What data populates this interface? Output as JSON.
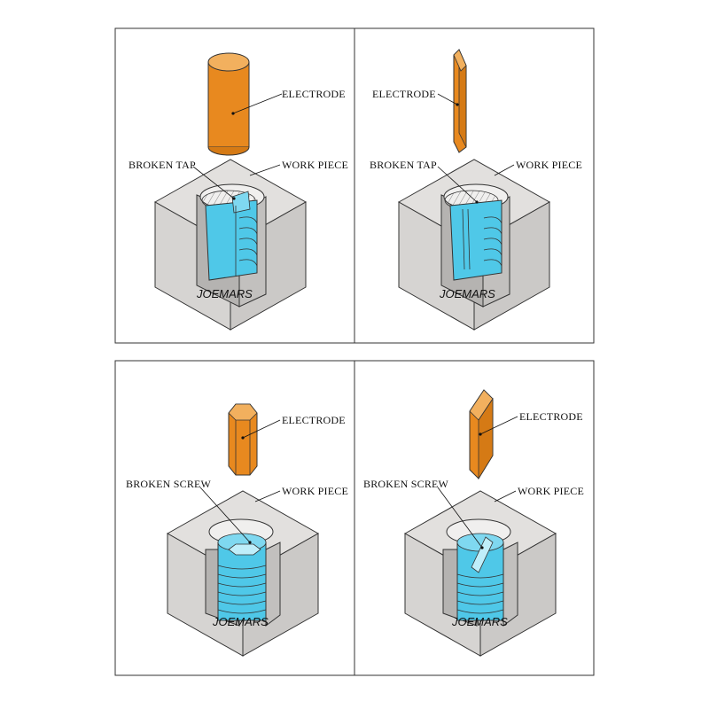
{
  "panels": [
    {
      "electrode_label": "ELECTRODE",
      "broken_label": "BROKEN TAP",
      "workpiece_label": "WORK PIECE",
      "brand": "JOEMARS"
    },
    {
      "electrode_label": "ELECTRODE",
      "broken_label": "BROKEN TAP",
      "workpiece_label": "WORK PIECE",
      "brand": "JOEMARS"
    },
    {
      "electrode_label": "ELECTRODE",
      "broken_label": "BROKEN SCREW",
      "workpiece_label": "WORK PIECE",
      "brand": "JOEMARS"
    },
    {
      "electrode_label": "ELECTRODE",
      "broken_label": "BROKEN SCREW",
      "workpiece_label": "WORK PIECE",
      "brand": "JOEMARS"
    }
  ],
  "colors": {
    "electrode": "#e8891f",
    "electrode_top": "#f2b05e",
    "broken_part": "#4fc8e8",
    "block_top": "#e2e0de",
    "block_side": "#cbc9c7",
    "block_dark": "#b5b3b1",
    "frame": "#333333"
  }
}
